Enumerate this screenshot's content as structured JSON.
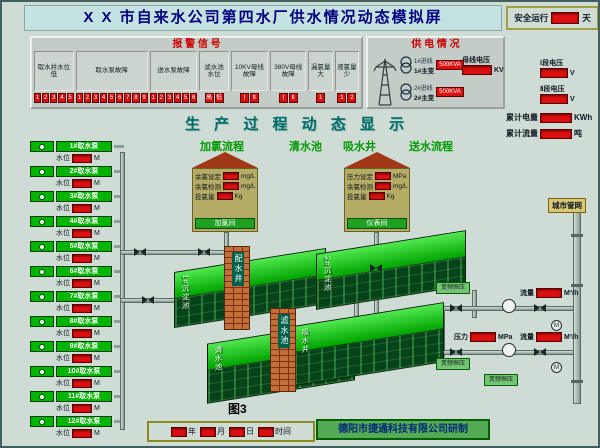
{
  "window": {
    "title": "X X 市自来水公司第四水厂供水情况动态模拟屏"
  },
  "safe_run": {
    "label": "安全运行",
    "unit": "天"
  },
  "alarm": {
    "title": "报  警  信  号",
    "groups": [
      {
        "label": "取水井水位低",
        "cells": [
          "1",
          "2",
          "3",
          "4",
          "5"
        ]
      },
      {
        "label": "取水泵故障",
        "cells": [
          "1",
          "2",
          "3",
          "4",
          "5",
          "6",
          "7",
          "8",
          "9"
        ]
      },
      {
        "label": "送水泵故障",
        "cells": [
          "1",
          "2",
          "3",
          "4",
          "5",
          "6"
        ]
      },
      {
        "label": "滤水池水位",
        "cells": [
          "高",
          "低"
        ]
      },
      {
        "label": "10KV母线故障",
        "cells": [
          "Ⅰ",
          "Ⅱ"
        ]
      },
      {
        "label": "380V母线故障",
        "cells": [
          "Ⅰ",
          "Ⅱ"
        ]
      },
      {
        "label": "漏氯量大",
        "cells": [
          "1"
        ]
      },
      {
        "label": "液氯量少",
        "cells": [
          "1",
          "2"
        ]
      }
    ]
  },
  "power": {
    "title": "供  电  情  况",
    "bus_voltage": {
      "label": "母线电压",
      "unit": "KV"
    },
    "transformers": [
      {
        "incoming": "1#进线",
        "name": "1#主变",
        "rating": "500KVA"
      },
      {
        "incoming": "2#进线",
        "name": "2#主变",
        "rating": "500KVA"
      }
    ],
    "section_1": {
      "label": "Ⅰ段电压",
      "unit": "V"
    },
    "section_2": {
      "label": "Ⅱ段电压",
      "unit": "V"
    }
  },
  "totals": {
    "energy": {
      "label": "累计电量",
      "unit": "KWh"
    },
    "flow": {
      "label": "累计流量",
      "unit": "吨"
    }
  },
  "process": {
    "title": "生 产 过 程 动 态 显 示",
    "sections": [
      "加氯流程",
      "清水池",
      "吸水井",
      "送水流程"
    ]
  },
  "houses": [
    {
      "name": "加氯间",
      "rows": [
        {
          "label": "余氯设定",
          "unit": "mg/L"
        },
        {
          "label": "余氯检测",
          "unit": "mg/L"
        },
        {
          "label": "投氯量",
          "unit": "Kg"
        }
      ]
    },
    {
      "name": "仪表间",
      "rows": [
        {
          "label": "压力设定",
          "unit": "MPa"
        },
        {
          "label": "余氯检测",
          "unit": "mg/L"
        },
        {
          "label": "投氯量",
          "unit": "Kg"
        }
      ]
    }
  ],
  "pumps": [
    {
      "name": "1#取水泵",
      "level_label": "水位",
      "unit": "M"
    },
    {
      "name": "2#取水泵",
      "level_label": "水位",
      "unit": "M"
    },
    {
      "name": "3#取水泵",
      "level_label": "水位",
      "unit": "M"
    },
    {
      "name": "4#取水泵",
      "level_label": "水位",
      "unit": "M"
    },
    {
      "name": "5#取水泵",
      "level_label": "水位",
      "unit": "M"
    },
    {
      "name": "6#取水泵",
      "level_label": "水位",
      "unit": "M"
    },
    {
      "name": "7#取水泵",
      "level_label": "水位",
      "unit": "M"
    },
    {
      "name": "8#取水泵",
      "level_label": "水位",
      "unit": "M"
    },
    {
      "name": "9#取水泵",
      "level_label": "水位",
      "unit": "M"
    },
    {
      "name": "10#取水泵",
      "level_label": "水位",
      "unit": "M"
    },
    {
      "name": "11#取水泵",
      "level_label": "水位",
      "unit": "M"
    },
    {
      "name": "12#取水泵",
      "level_label": "水位",
      "unit": "M"
    }
  ],
  "plant": {
    "distribution_well": "配水井",
    "filter_tank": "滤水池",
    "sed_tank_1": "1#沉淀池",
    "sed_tank_2": "2#沉淀池",
    "clear_tank": "清水池",
    "suction_well": "吸水井"
  },
  "outputs": {
    "city_network": "城市管网",
    "pressure": {
      "label": "压力",
      "unit": "MPa"
    },
    "flow_1": {
      "label": "流量",
      "unit": "M³/h"
    },
    "flow_2": {
      "label": "流量",
      "unit": "M³/h"
    },
    "vfd_label": "变频恒压",
    "meter_label": "M"
  },
  "footer": {
    "figure_label": "图3",
    "date_items": [
      {
        "unit": "年"
      },
      {
        "unit": "月"
      },
      {
        "unit": "日"
      },
      {
        "unit": "时间"
      }
    ],
    "credit": "德阳市捷通科技有限公司研制"
  }
}
